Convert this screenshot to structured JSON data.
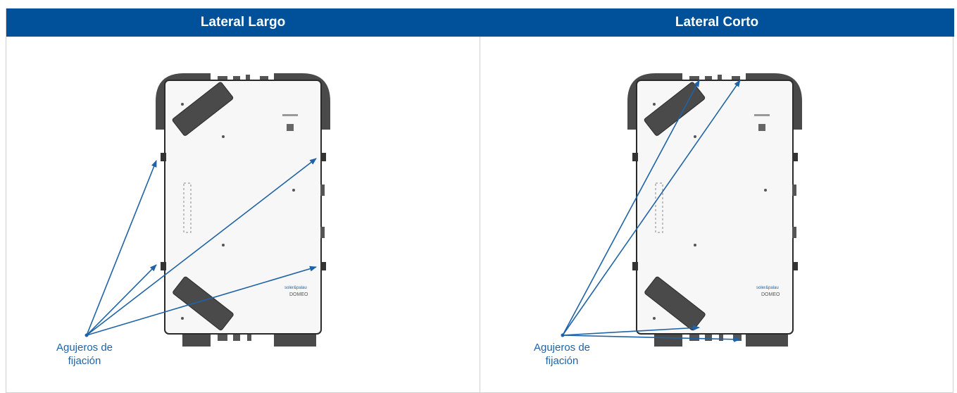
{
  "header": {
    "left_title": "Lateral Largo",
    "right_title": "Lateral Corto"
  },
  "panels": {
    "left": {
      "callout_line1": "Agujeros de",
      "callout_line2": "fijación"
    },
    "right": {
      "callout_line1": "Agujeros de",
      "callout_line2": "fijación"
    }
  },
  "colors": {
    "header_bg": "#00519a",
    "arrow": "#1f63a6",
    "unit_body": "#f7f7f7",
    "duct": "#4a4a4a"
  },
  "unit_branding": {
    "brand": "soler&palau",
    "model": "DOMEO"
  }
}
